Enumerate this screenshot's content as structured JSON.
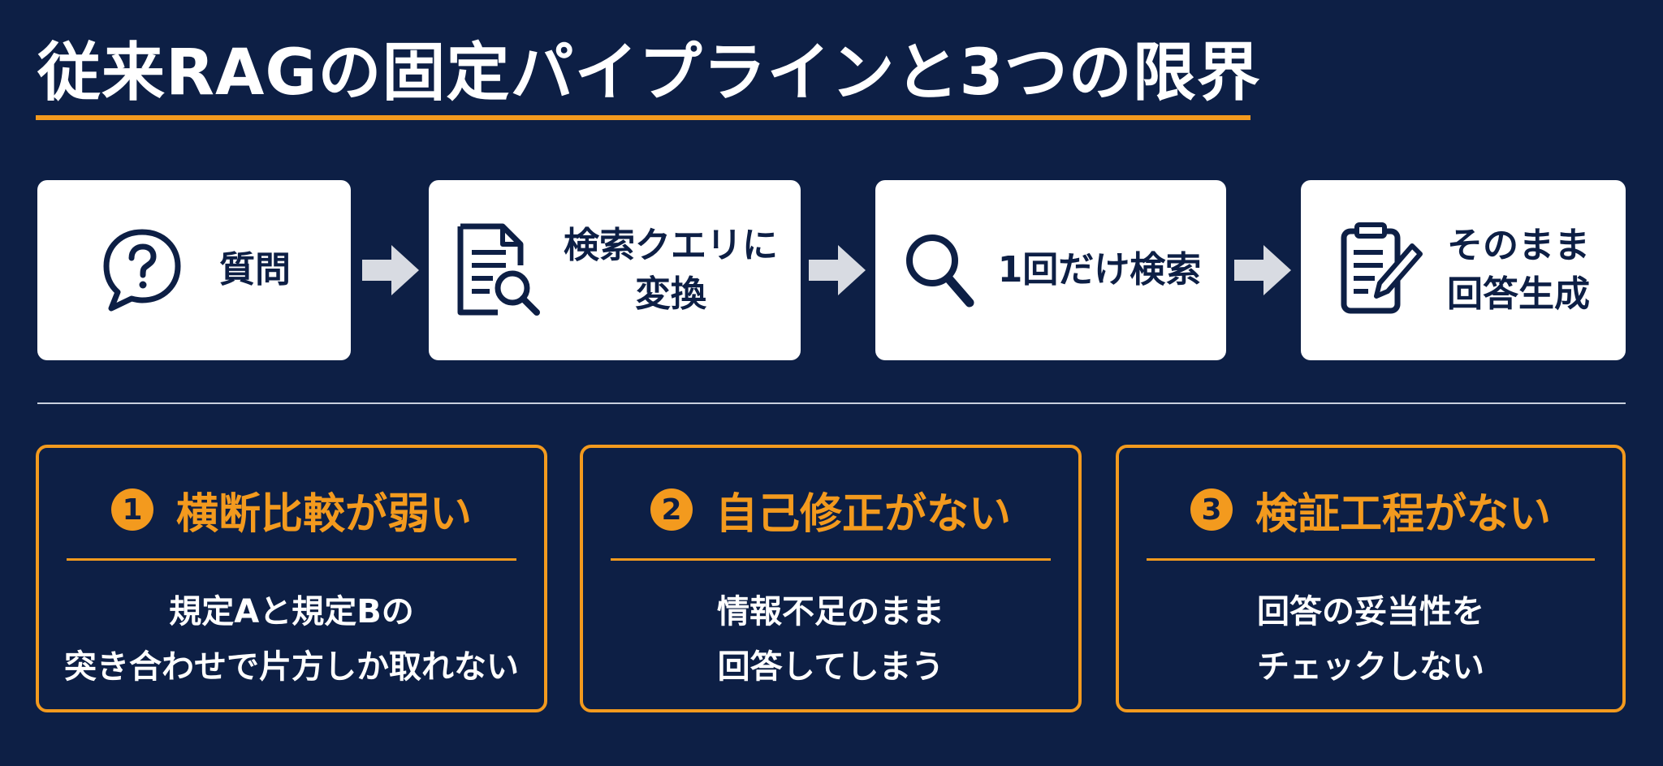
{
  "title": "従来RAGの固定パイプラインと3つの限界",
  "pipeline": [
    {
      "label": "質問",
      "icon": "question-bubble-icon"
    },
    {
      "label": "検索クエリに\n変換",
      "icon": "document-search-icon"
    },
    {
      "label": "1回だけ検索",
      "icon": "magnifier-icon"
    },
    {
      "label": "そのまま\n回答生成",
      "icon": "document-pen-icon"
    }
  ],
  "limits": [
    {
      "number": "1",
      "title": "横断比較が弱い",
      "desc": "規定Aと規定Bの\n突き合わせで片方しか取れない"
    },
    {
      "number": "2",
      "title": "自己修正がない",
      "desc": "情報不足のまま\n回答してしまう"
    },
    {
      "number": "3",
      "title": "検証工程がない",
      "desc": "回答の妥当性を\nチェックしない"
    }
  ],
  "colors": {
    "background": "#0d1f45",
    "accent": "#f39a1e",
    "card": "#ffffff",
    "arrow": "#d8dbe2"
  }
}
